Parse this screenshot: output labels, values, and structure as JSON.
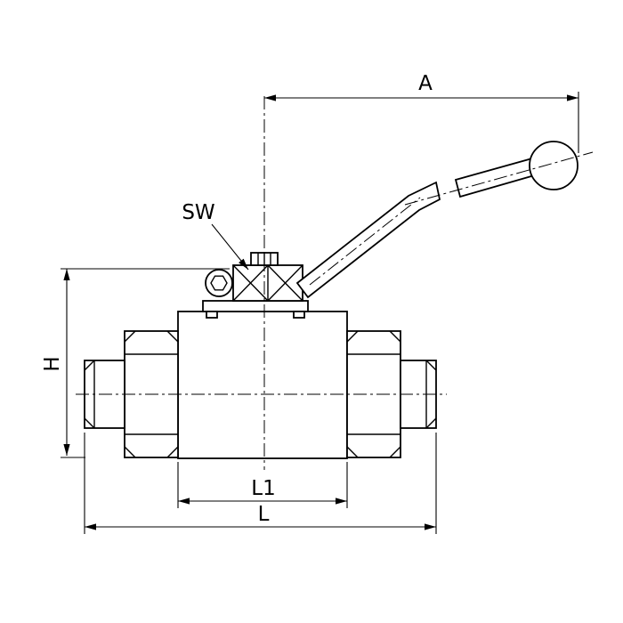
{
  "drawing": {
    "labels": {
      "dim_a": "A",
      "sw": "SW",
      "dim_h": "H",
      "dim_l1": "L1",
      "dim_l": "L"
    },
    "colors": {
      "line": "#000000",
      "background": "#ffffff"
    }
  }
}
